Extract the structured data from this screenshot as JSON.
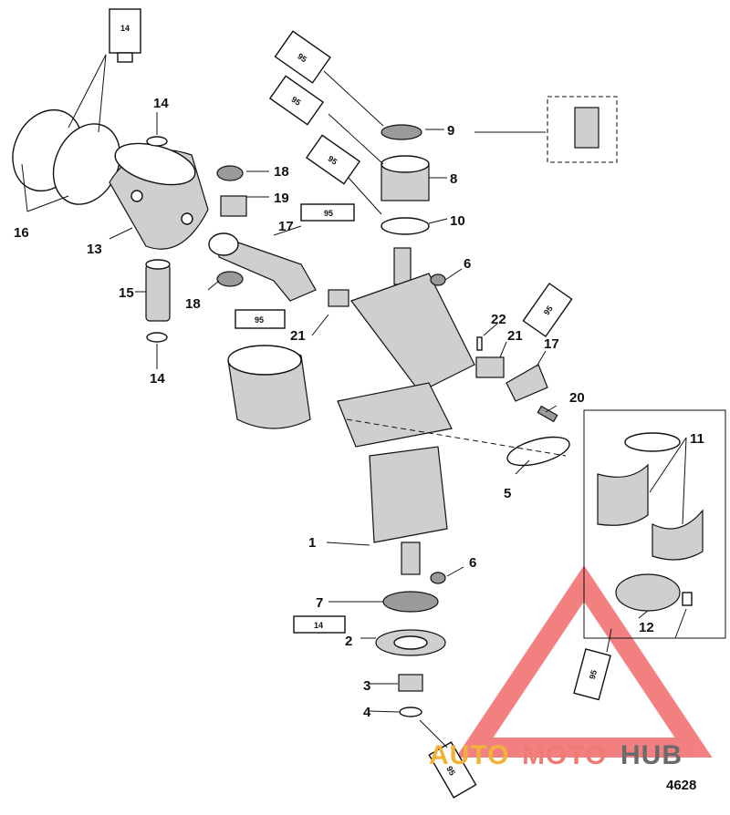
{
  "figure_number": "4628",
  "watermark": {
    "part1": "AUTO",
    "part2": "MOTO",
    "part3": "HUB",
    "colors": {
      "auto": "#f2b23a",
      "moto": "#f07b74",
      "hub": "#6a6a6a",
      "triangle": "#f26b6b"
    }
  },
  "callouts": {
    "c1": "1",
    "c2": "2",
    "c3": "3",
    "c4": "4",
    "c5": "5",
    "c6a": "6",
    "c6b": "6",
    "c7": "7",
    "c8": "8",
    "c9": "9",
    "c10": "10",
    "c11": "11",
    "c12": "12",
    "c13": "13",
    "c14a": "14",
    "c14b": "14",
    "c15": "15",
    "c16": "16",
    "c17a": "17",
    "c17b": "17",
    "c18a": "18",
    "c18b": "18",
    "c19": "19",
    "c20": "20",
    "c21a": "21",
    "c21b": "21",
    "c22": "22"
  },
  "tubes": {
    "t14_top": "14",
    "t14_bottom": "14",
    "t95_a": "95",
    "t95_b": "95",
    "t95_c": "95",
    "t95_d": "95",
    "t95_e": "95",
    "t95_f": "95",
    "t95_g": "95",
    "t95_h": "95"
  }
}
